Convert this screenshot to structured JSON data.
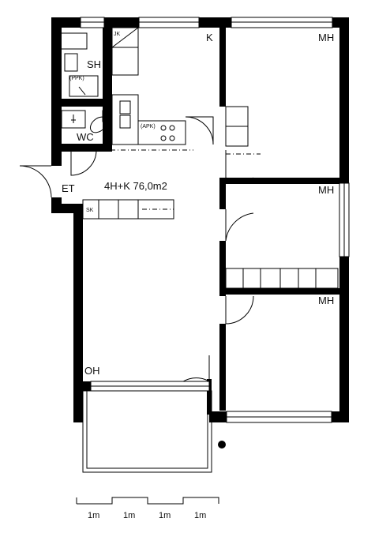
{
  "plan": {
    "summary": "4H+K 76,0m2",
    "rooms": {
      "kitchen": "K",
      "bedroom_top": "MH",
      "bedroom_middle": "MH",
      "bedroom_bottom": "MH",
      "sauna_bath": "SH",
      "toilet": "WC",
      "entry": "ET",
      "living": "OH"
    },
    "fixtures": {
      "closet_label": "SK",
      "fridge_label": "JK",
      "washer_label": "(PPK)",
      "dishwasher_label": "(APK)"
    }
  },
  "scale_bar": {
    "labels": [
      "1m",
      "1m",
      "1m",
      "1m"
    ]
  }
}
